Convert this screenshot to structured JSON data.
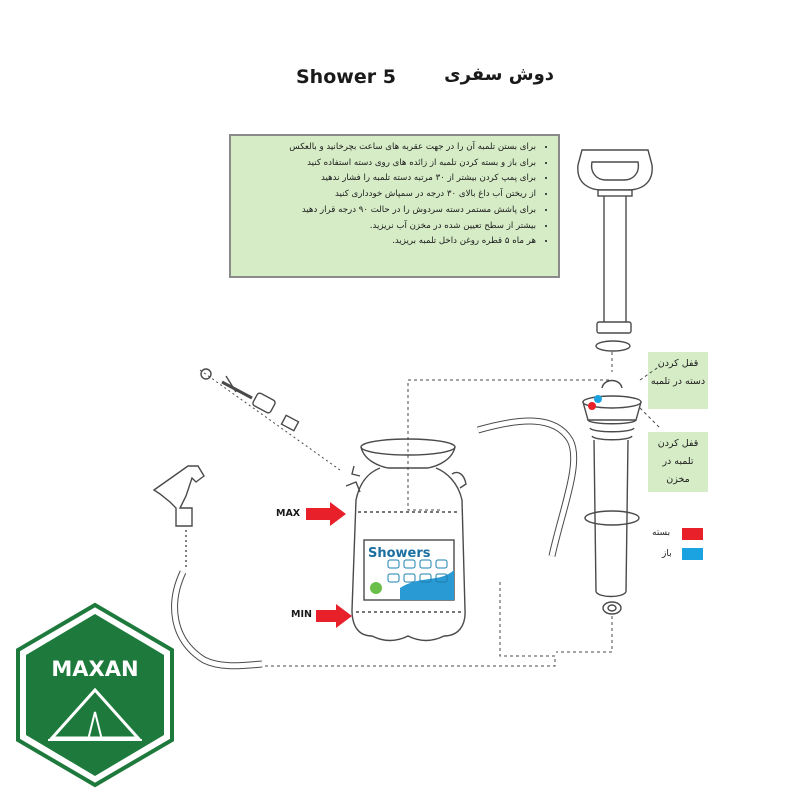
{
  "title": {
    "product": "Shower 5",
    "persian": "دوش سفری"
  },
  "instructions": [
    "برای بستن تلمبه آن را در جهت عقربه های ساعت بچرخانید و بالعکس",
    "برای باز و بسته کردن تلمبه از زائده های روی دسته استفاده کنید",
    "برای پمپ کردن بیشتر از ۳۰ مرتبه دسته تلمبه را فشار ندهید",
    "از ریختن آب داغ بالای ۳۰ درجه در سمپاش خودداری کنید",
    "برای پاشش مستمر دسته سردوش را در حالت ۹۰ درجه قرار دهید",
    "بیشتر از سطح تعیین شده در مخزن آب نریزید.",
    "هر ماه ۵ قطره روغن داخل تلمبه بریزید."
  ],
  "callouts": {
    "lock_pump": "قفل کردن دسته در تلمبه",
    "lock_tank": "قفل کردن تلمبه در مخزن"
  },
  "legend": {
    "closed_label": "بسته",
    "closed_color": "#e8202a",
    "open_label": "باز",
    "open_color": "#1aa3e0"
  },
  "levels": {
    "max_label": "MAX",
    "min_label": "MIN",
    "arrow_color": "#e8202a"
  },
  "tank": {
    "brand": "Showers"
  },
  "logo": {
    "name": "MAXAN",
    "primary_color": "#1e7a3c",
    "accent_color": "#f08a1c"
  }
}
